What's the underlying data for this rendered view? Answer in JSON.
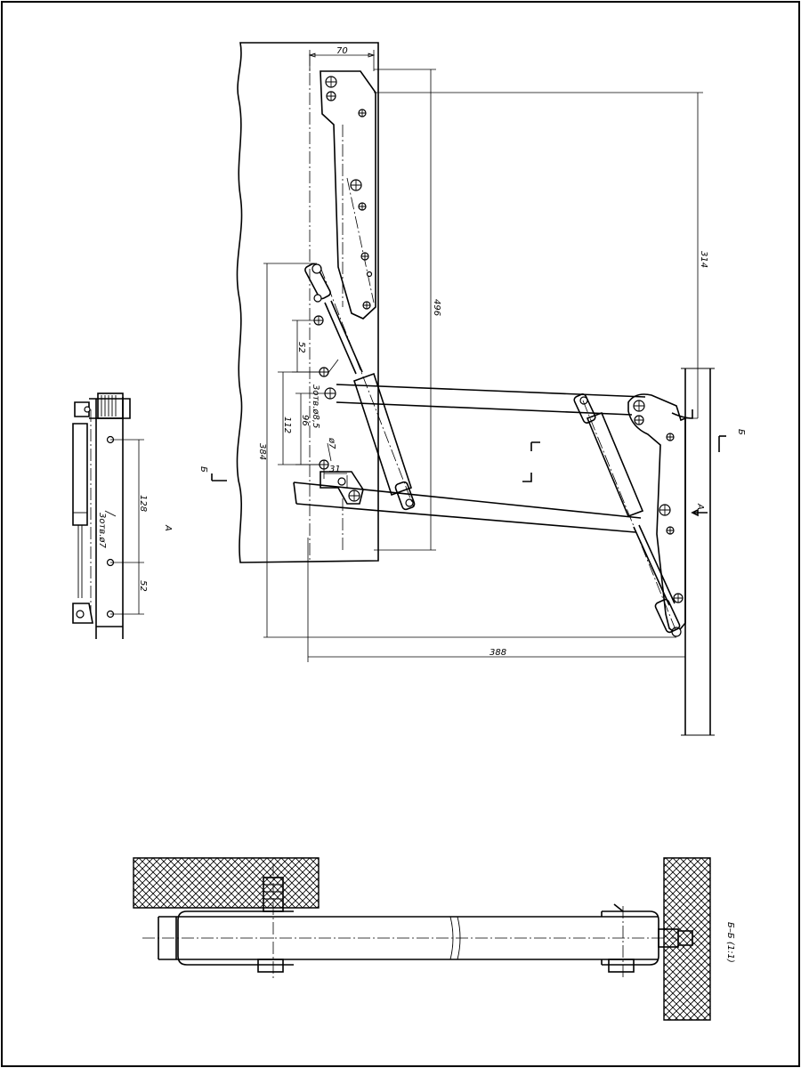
{
  "dimensions": {
    "d70": "70",
    "d496": "496",
    "d314": "314",
    "d384": "384",
    "d388": "388",
    "d52_main": "52",
    "d112": "112",
    "d96": "96",
    "d31": "31",
    "d7": "ø7",
    "d128": "128",
    "d52_view": "52"
  },
  "notes": {
    "hole_main": "3отв.ø8,5",
    "hole_view": "3отв.ø7"
  },
  "labels": {
    "section_mark": "Б",
    "section_mark_right": "Б",
    "view_arrow": "А",
    "view_title": "А",
    "section_title": "Б–Б (1:1)"
  }
}
